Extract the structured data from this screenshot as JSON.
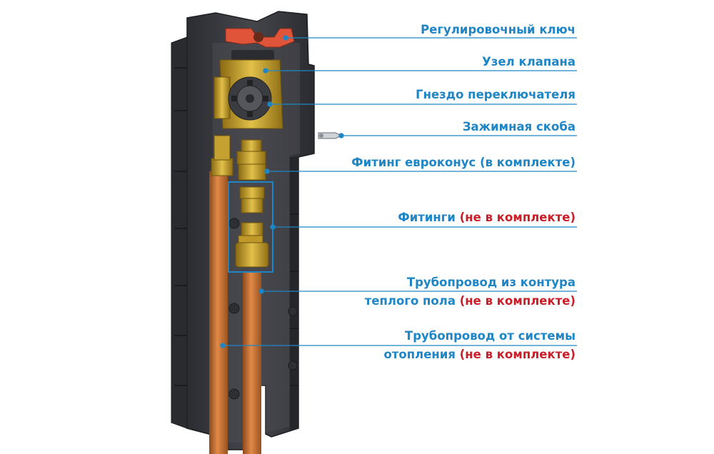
{
  "colors": {
    "label": "#1f86c6",
    "highlight": "#c8202a",
    "leader": "#1f86c6",
    "housing": "#3a3b40",
    "brass": "#c9a227",
    "copper": "#c8702f",
    "key": "#e0553a"
  },
  "labels": {
    "key": "Регулировочный ключ",
    "valve": "Узел клапана",
    "switch_socket": "Гнездо переключателя",
    "clamp": "Зажимная скоба",
    "eurocone": "Фитинг евроконус (в комплекте)",
    "fittings": {
      "text": "Фитинги",
      "note": "(не  в комплекте)"
    },
    "pipe_floor": {
      "line1": "Трубопровод из контура",
      "line2": "теплого пола",
      "note": "(не  в комплекте)"
    },
    "pipe_heating": {
      "line1": "Трубопровод от системы",
      "line2": "отопления",
      "note": "(не  в комплекте)"
    }
  }
}
